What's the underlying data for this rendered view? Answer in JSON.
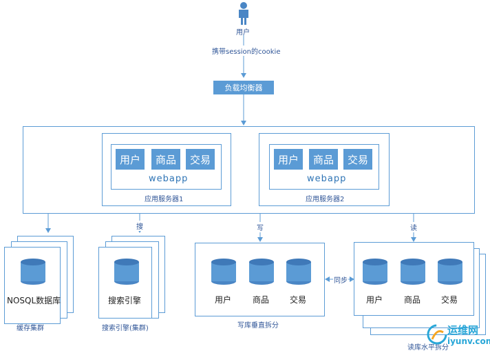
{
  "user": {
    "label": "用户"
  },
  "cookie_label": "携带session的cookie",
  "load_balancer": "负载均衡器",
  "app_servers": [
    {
      "modules": [
        "用户",
        "商品",
        "交易"
      ],
      "webapp": "webapp",
      "caption": "应用服务器1"
    },
    {
      "modules": [
        "用户",
        "商品",
        "交易"
      ],
      "webapp": "webapp",
      "caption": "应用服务器2"
    }
  ],
  "arrows": {
    "search": "搜",
    "write": "写",
    "read": "读",
    "sync": "同步"
  },
  "cache_cluster": {
    "db_label": "NOSQL数据库",
    "caption": "缓存集群"
  },
  "search_cluster": {
    "db_label": "搜索引擎",
    "caption": "搜索引擎(集群)"
  },
  "write_db": {
    "dbs": [
      "用户",
      "商品",
      "交易"
    ],
    "caption": "写库垂直拆分"
  },
  "read_db": {
    "dbs": [
      "用户",
      "商品",
      "交易"
    ],
    "caption": "读库水平拆分"
  },
  "watermark": {
    "cn": "运维网",
    "en": "iyunv.com"
  }
}
